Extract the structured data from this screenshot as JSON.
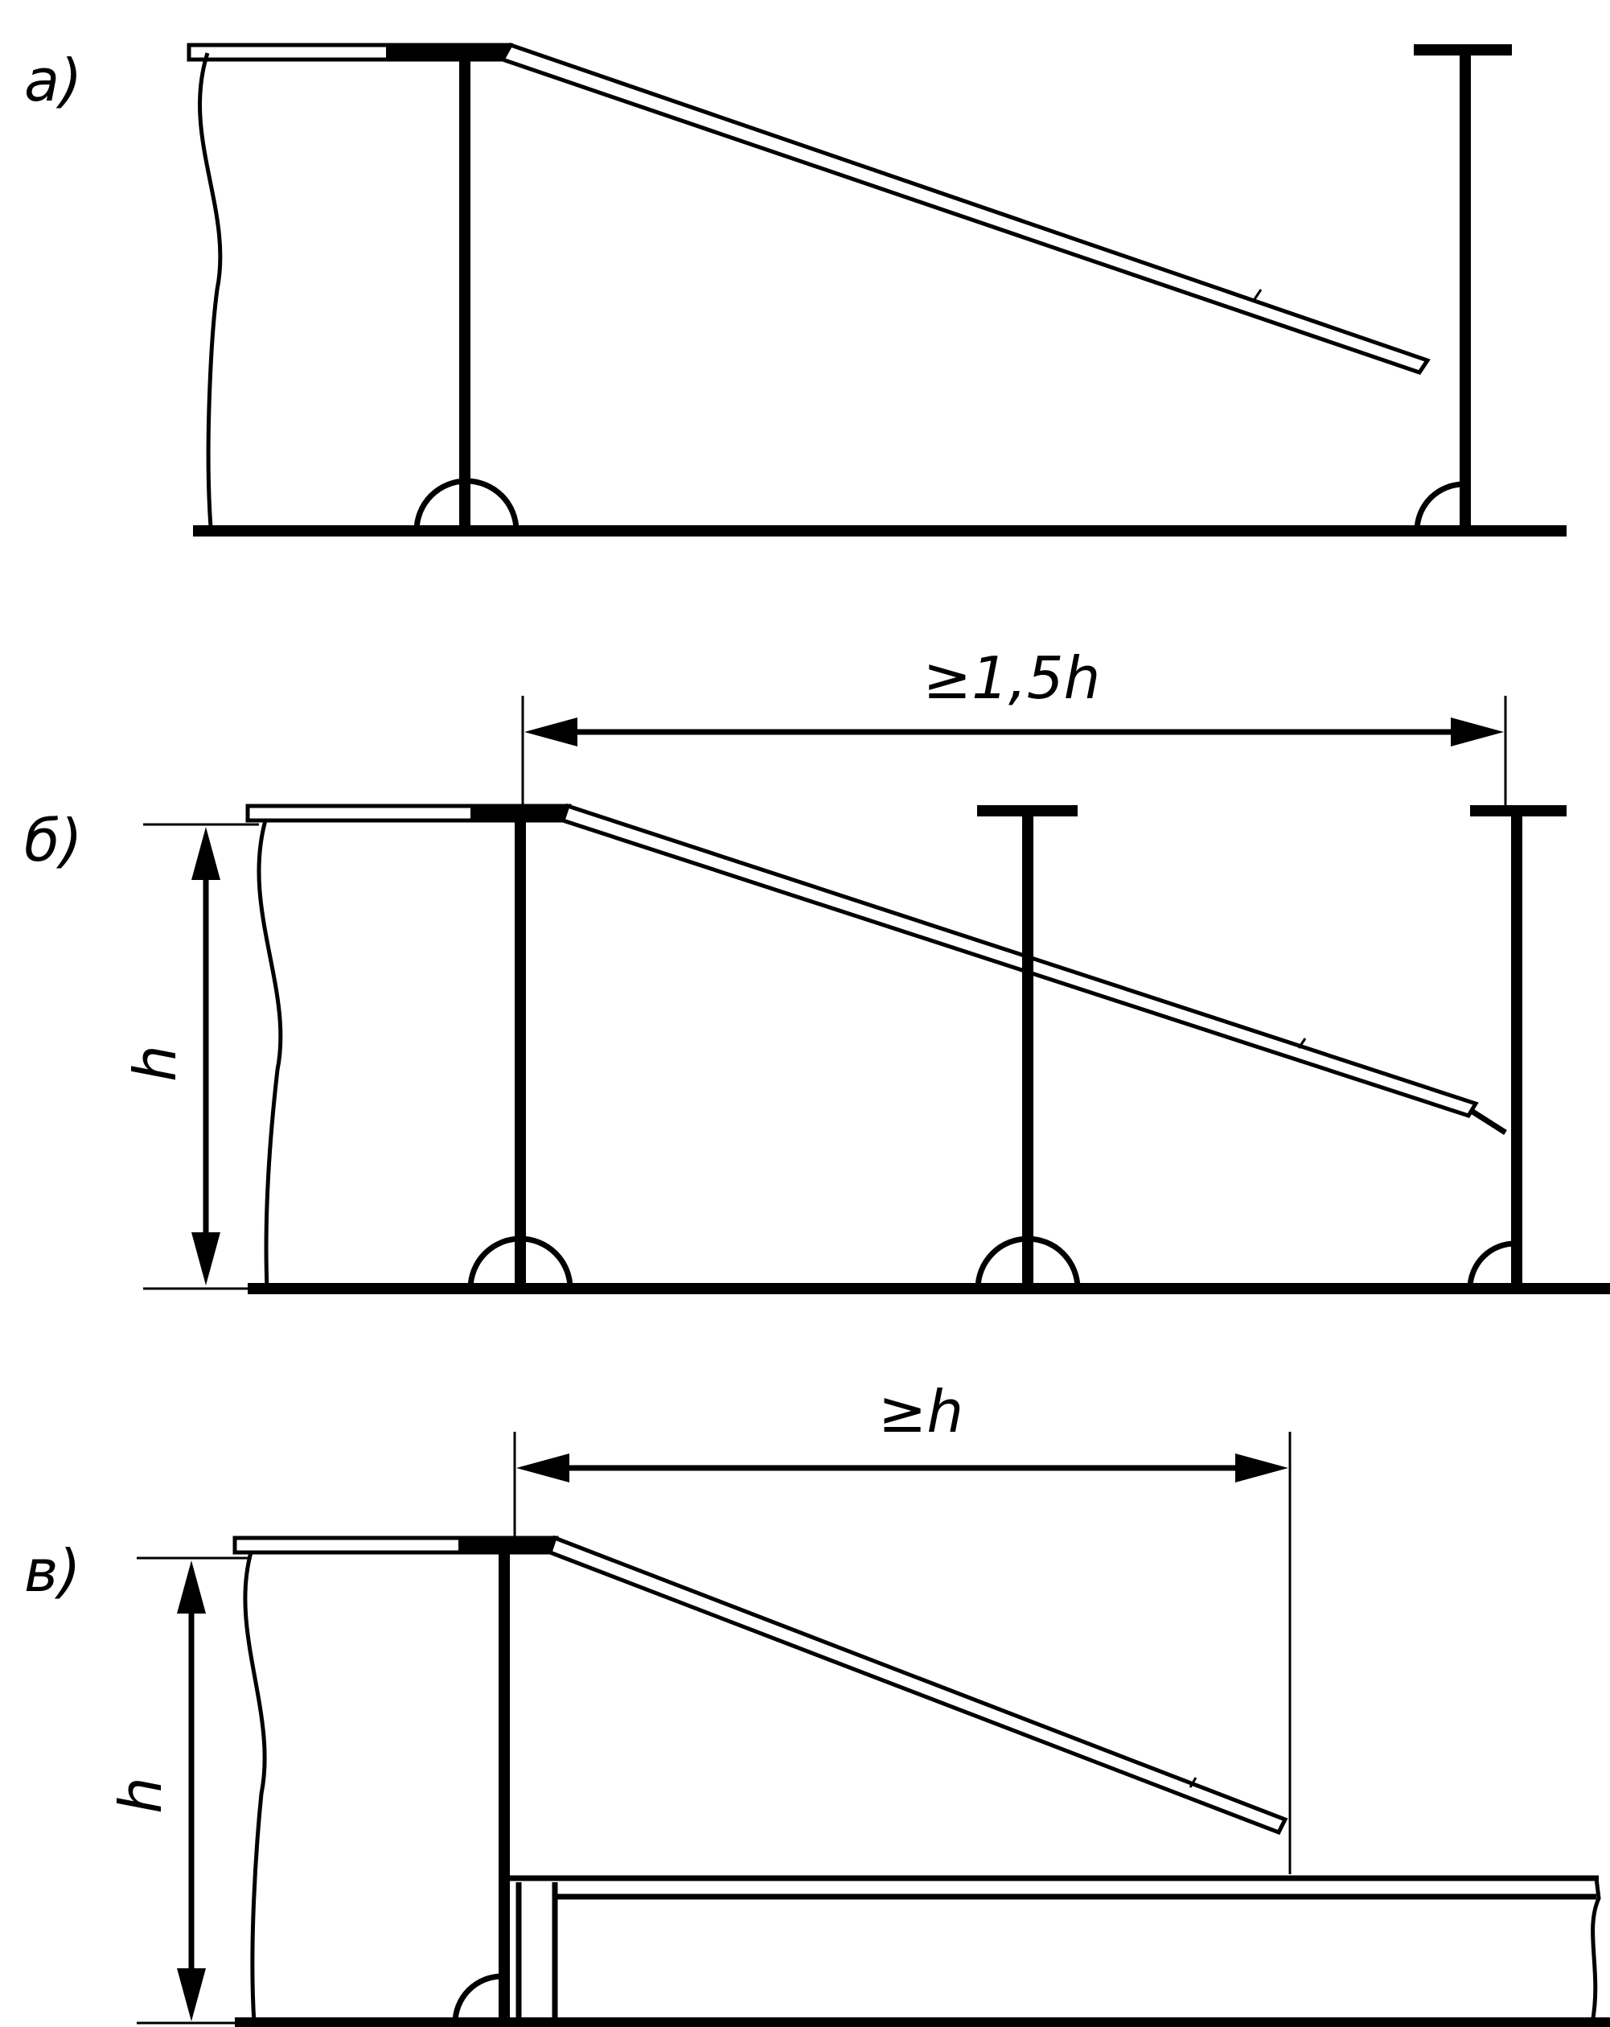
{
  "diagram": {
    "panels": [
      {
        "id": "a",
        "label": "a)"
      },
      {
        "id": "b",
        "label": "б)",
        "height_label": "h",
        "span_label": "≥1,5h"
      },
      {
        "id": "c",
        "label": "в)",
        "height_label": "h",
        "span_label": "≥h"
      }
    ]
  }
}
